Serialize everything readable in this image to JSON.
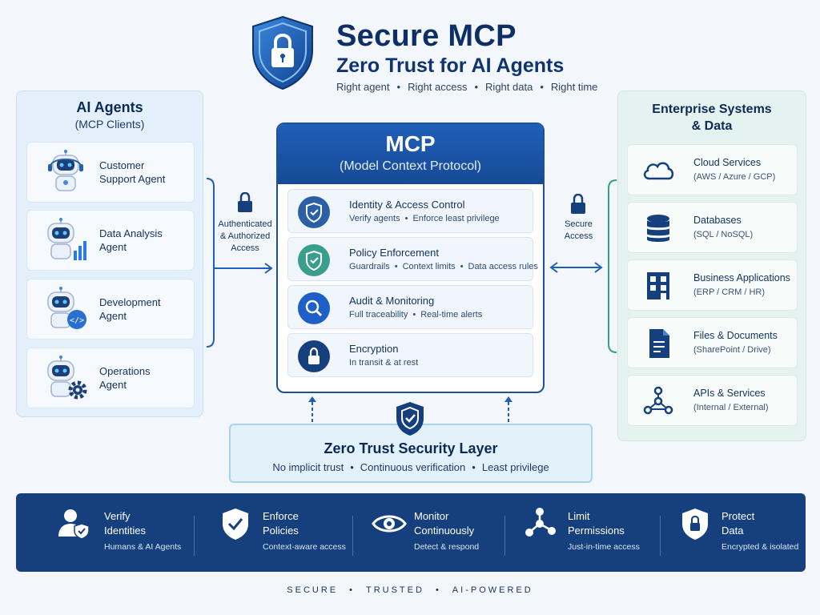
{
  "header": {
    "title": "Secure MCP",
    "subtitle": "Zero Trust for AI Agents",
    "tagline": [
      "Right agent",
      "Right access",
      "Right data",
      "Right time"
    ]
  },
  "left_panel": {
    "title": "AI Agents",
    "subtitle": "(MCP Clients)",
    "agents": [
      {
        "line1": "Customer",
        "line2": "Support Agent"
      },
      {
        "line1": "Data Analysis",
        "line2": "Agent"
      },
      {
        "line1": "Development",
        "line2": "Agent"
      },
      {
        "line1": "Operations",
        "line2": "Agent"
      }
    ]
  },
  "left_connector": {
    "line1": "Authenticated",
    "line2": "& Authorized",
    "line3": "Access"
  },
  "mcp": {
    "title": "MCP",
    "subtitle": "(Model Context Protocol)",
    "items": [
      {
        "name": "Identity & Access Control",
        "desc": [
          "Verify agents",
          "Enforce least privilege"
        ]
      },
      {
        "name": "Policy Enforcement",
        "desc": [
          "Guardrails",
          "Context limits",
          "Data access rules"
        ]
      },
      {
        "name": "Audit & Monitoring",
        "desc": [
          "Full traceability",
          "Real-time alerts"
        ]
      },
      {
        "name": "Encryption",
        "desc": [
          "In transit & at rest"
        ]
      }
    ]
  },
  "right_connector": {
    "line1": "Secure",
    "line2": "Access"
  },
  "right_panel": {
    "title_line1": "Enterprise Systems",
    "title_line2": "& Data",
    "systems": [
      {
        "name": "Cloud Services",
        "sub": "(AWS / Azure / GCP)"
      },
      {
        "name": "Databases",
        "sub": "(SQL / NoSQL)"
      },
      {
        "name": "Business Applications",
        "sub": "(ERP / CRM / HR)"
      },
      {
        "name": "Files & Documents",
        "sub": "(SharePoint / Drive)"
      },
      {
        "name": "APIs & Services",
        "sub": "(Internal / External)"
      }
    ]
  },
  "zero_trust": {
    "title": "Zero Trust Security Layer",
    "points": [
      "No implicit trust",
      "Continuous verification",
      "Least privilege"
    ]
  },
  "bottom_bar": [
    {
      "line1": "Verify",
      "line2": "Identities",
      "sub": "Humans & AI Agents"
    },
    {
      "line1": "Enforce",
      "line2": "Policies",
      "sub": "Context-aware access"
    },
    {
      "line1": "Monitor",
      "line2": "Continuously",
      "sub": "Detect & respond"
    },
    {
      "line1": "Limit",
      "line2": "Permissions",
      "sub": "Just-in-time access"
    },
    {
      "line1": "Protect",
      "line2": "Data",
      "sub": "Encrypted & isolated"
    }
  ],
  "footer": [
    "SECURE",
    "TRUSTED",
    "AI-POWERED"
  ],
  "colors": {
    "navy": "#163f7e",
    "blue": "#1f5fb8",
    "teal": "#3b9e8c",
    "light_blue_panel": "#e3f0fb",
    "light_green_panel": "#e4f3ef"
  }
}
